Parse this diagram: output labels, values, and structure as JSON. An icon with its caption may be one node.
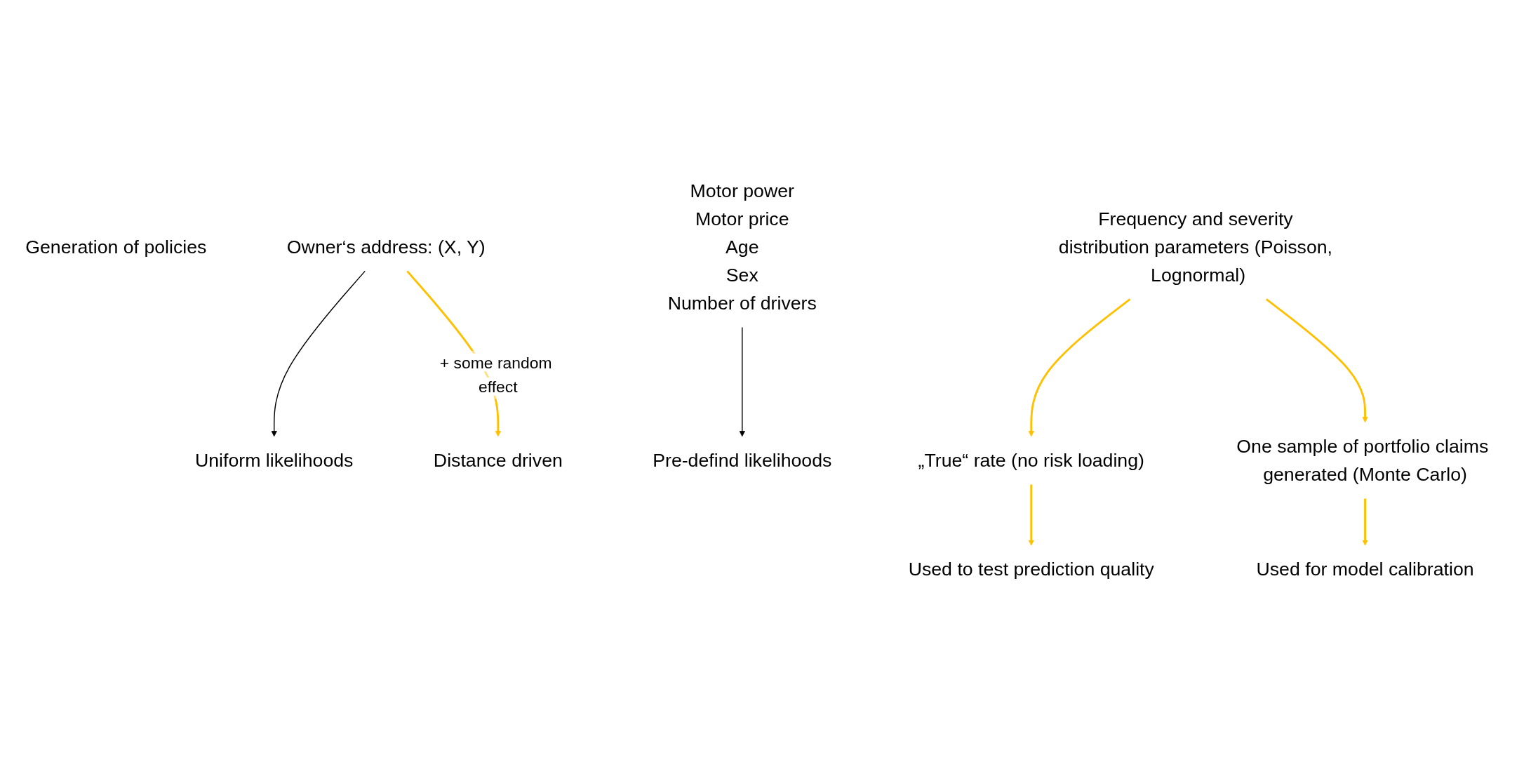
{
  "diagram": {
    "nodes": [
      {
        "text": [
          "Generation of policies"
        ]
      },
      {
        "text": [
          "Motor power",
          "Motor price",
          "Age",
          "Sex",
          "Number of drivers"
        ]
      },
      {
        "text": [
          "Owner‘s address: (X, Y)"
        ]
      },
      {
        "text": [
          "Distance driven"
        ]
      },
      {
        "text": [
          "Frequency and severity distribution parameters (Poisson, Lognormal)"
        ]
      },
      {
        "text": [
          "„True“ rate (no risk loading)"
        ]
      },
      {
        "text": [
          "Pre-defind likelihoods"
        ]
      },
      {
        "text": [
          "Uniform likelihoods"
        ]
      },
      {
        "text": [
          "Used to test prediction quality"
        ]
      },
      {
        "text": [
          "One sample of portfolio claims generated (Monte Carlo)"
        ]
      },
      {
        "text": [
          "Used for model calibration"
        ]
      }
    ],
    "edges": [
      {
        "from": 1,
        "to": 6,
        "arrow": "to",
        "color": "#000000"
      },
      {
        "from": 2,
        "to": 7,
        "arrow": "to",
        "color": "#000000"
      },
      {
        "from": 2,
        "to": 3,
        "arrow": "to",
        "label": "+ some random effect"
      },
      {
        "from": 4,
        "to": 5,
        "arrow": "to"
      },
      {
        "from": 5,
        "to": 8,
        "arrow": "to"
      },
      {
        "from": 4,
        "to": 9,
        "arrow": "to"
      },
      {
        "from": 9,
        "to": 10,
        "arrow": "to"
      }
    ]
  }
}
